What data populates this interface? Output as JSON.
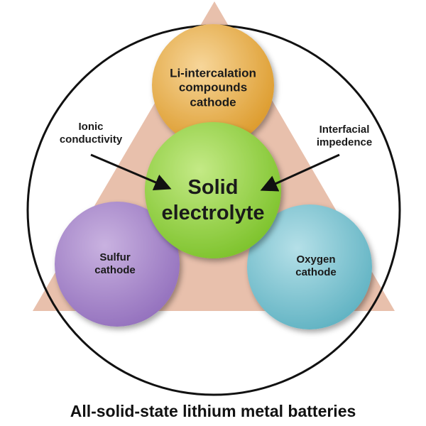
{
  "nodes": {
    "top": {
      "label": "Li-intercalation compounds cathode",
      "lines": [
        "Li-intercalation",
        "compounds",
        "cathode"
      ],
      "color": "#e6a93c"
    },
    "center": {
      "label": "Solid electrolyte",
      "lines": [
        "Solid",
        "electrolyte"
      ],
      "color": "#8fcd3a"
    },
    "left": {
      "label": "Sulfur cathode",
      "lines": [
        "Sulfur",
        "cathode"
      ],
      "color": "#a583c6"
    },
    "right": {
      "label": "Oxygen cathode",
      "lines": [
        "Oxygen",
        "cathode"
      ],
      "color": "#79c2cf"
    }
  },
  "annotations": {
    "left": {
      "lines": [
        "Ionic",
        "conductivity"
      ]
    },
    "right": {
      "lines": [
        "Interfacial",
        "impedence"
      ]
    }
  },
  "triangle_color": "#e8c0ac",
  "title": "All-solid-state lithium metal batteries"
}
